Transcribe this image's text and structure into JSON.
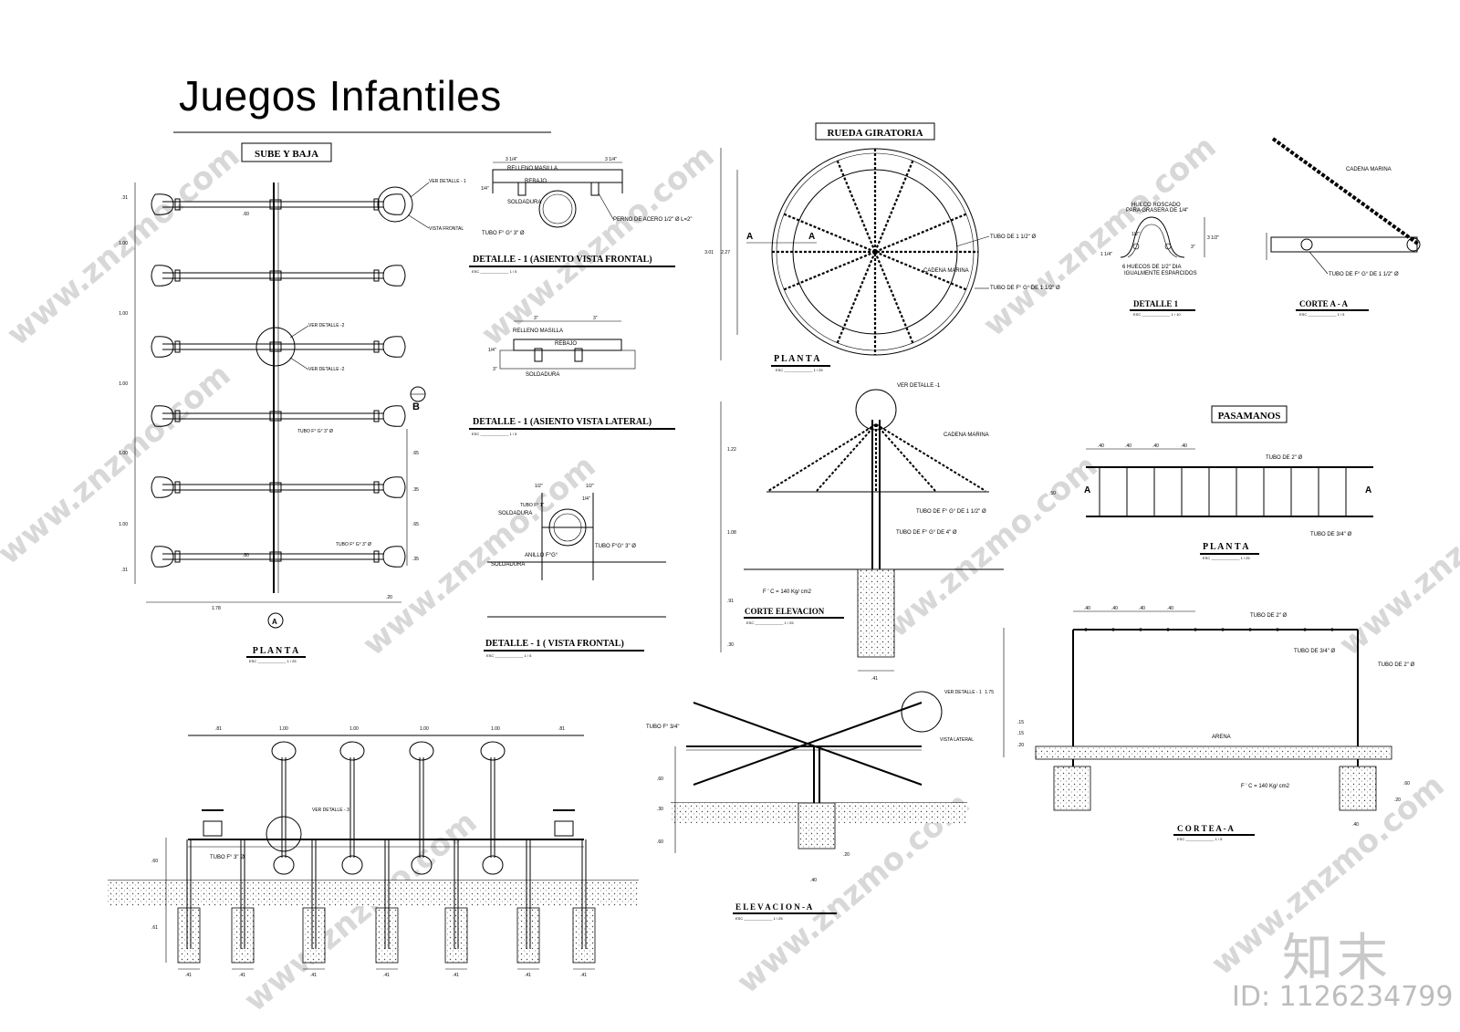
{
  "title": "Juegos Infantiles",
  "watermark": {
    "site": "www.znzmo.com",
    "brand": "知末",
    "id": "ID: 1126234799"
  },
  "sections": {
    "sube_y_baja": {
      "heading": "SUBE Y BAJA",
      "plan_label": "P L A N T A",
      "scale": "ESC ______________ 1 / 25",
      "notes": [
        "VER DETALLE - 1",
        "VISTA FRONTAL",
        "VER DETALLE -2",
        "VER DETALLE -2",
        "TUBO F° G° 3\" Ø",
        "TUBO F° G° 3\" Ø"
      ],
      "dims": [
        ".31",
        "1.00",
        "1.00",
        "1.00",
        "1.00",
        "1.00",
        ".31",
        "1.78",
        ".20",
        ".60",
        ".80",
        ".65",
        ".35",
        ".65",
        ".35"
      ],
      "markers": [
        "A",
        "B"
      ]
    },
    "detalle_frontal": {
      "label": "DETALLE - 1 (ASIENTO VISTA FRONTAL)",
      "scale": "ESC ______________ 1 / 5",
      "notes": [
        "RELLENO MASILLA",
        "REBAJO",
        "SOLDADURA",
        "PERNO DE ACERO 1/2\" Ø  L=2\"",
        "TUBO F° G° 3\" Ø"
      ],
      "dims": [
        "3 1/4\"",
        "3 1/4\"",
        "1/4\""
      ]
    },
    "detalle_lateral": {
      "label": "DETALLE - 1 (ASIENTO VISTA LATERAL)",
      "scale": "ESC ______________ 1 / 5",
      "notes": [
        "RELLENO MASILLA",
        "REBAJO",
        "SOLDADURA"
      ],
      "dims": [
        "3\"",
        "3\"",
        "1/4\"",
        "3\""
      ]
    },
    "detalle_vista_frontal": {
      "label": "DETALLE - 1 ( VISTA FRONTAL)",
      "scale": "ESC ______________ 1 / 5",
      "notes": [
        "TUBO F° 1\"",
        "SOLDADURA",
        "ANILLO F°G°",
        "TUBO F°G° 3\" Ø",
        "SOLDADURA"
      ],
      "dims": [
        "1/2\"",
        "1/2\"",
        "1/4\""
      ]
    },
    "rueda_giratoria": {
      "heading": "RUEDA GIRATORIA",
      "plan_label": "P L A N T A",
      "scale": "ESC ______________ 1 / 25",
      "notes": [
        "TUBO DE 1 1/2\" Ø",
        "CADENA MARINA",
        "TUBO DE F° G° DE 1 1/2\" Ø"
      ],
      "dims": [
        "3.01",
        "2.27"
      ],
      "markers": [
        "A",
        "A"
      ]
    },
    "corte_elevacion": {
      "label": "CORTE ELEVACION",
      "scale": "ESC ______________ 1 / 25",
      "notes": [
        "VER DETALLE   -1",
        "CADENA MARINA",
        "TUBO DE F° G° DE 1 1/2\" Ø",
        "TUBO DE F° G° DE 4\" Ø",
        "F ' C = 140 Kg/ cm2"
      ],
      "dims": [
        "1.22",
        "1.08",
        ".91",
        ".30",
        ".41"
      ]
    },
    "detalle_1": {
      "label": "DETALLE 1",
      "scale": "ESC ______________ 1 / 10",
      "notes": [
        "HUECO ROSCADO",
        "PARA GRASERA DE 1/4\"",
        "6 HUECOS DE 1/2\" DIA",
        "IGUALMENTE ESPARCIDOS"
      ],
      "dims": [
        "1/2\"",
        "3\"",
        "3 1/2\"",
        "1 1/4\""
      ]
    },
    "corte_a_a_rueda": {
      "label": "CORTE  A - A",
      "scale": "ESC ______________ 1 / 5",
      "notes": [
        "CADENA MARINA",
        "TUBO DE F° G° DE 1 1/2\" Ø"
      ]
    },
    "pasamanos": {
      "heading": "PASAMANOS",
      "plan_label": "P L A N T A",
      "scale": "ESC ______________ 1 / 25",
      "notes": [
        "TUBO DE 2\" Ø",
        "TUBO DE 3/4\" Ø"
      ],
      "dims": [
        ".40",
        ".40",
        ".40",
        ".40",
        ".50"
      ],
      "markers": [
        "A",
        "A"
      ]
    },
    "corte_a_a_pasamanos": {
      "label": "C O R T E   A - A",
      "scale": "ESC ______________ 1 / 5",
      "notes": [
        "TUBO DE 2\" Ø",
        "TUBO DE 3/4\" Ø",
        "TUBO DE 2\" Ø",
        "ARENA",
        "F ' C = 140 Kg/ cm2"
      ],
      "dims": [
        ".40",
        ".40",
        ".40",
        ".40",
        "1.75",
        ".15",
        ".15",
        ".20",
        ".60",
        ".20",
        ".40"
      ]
    },
    "elevacion_sube_baja": {
      "notes": [
        "VER DETALLE - 3",
        "TUBO F° 3\" Ø"
      ],
      "dims": [
        ".81",
        "1.00",
        "1.00",
        "1.00",
        "1.00",
        ".81",
        ".60",
        ".61",
        ".41",
        ".41",
        ".41",
        ".41",
        ".41",
        ".41",
        ".41"
      ]
    },
    "elevacion_a": {
      "label": "E L E V A C I O N  -  A",
      "scale": "ESC ______________ 1 / 25",
      "notes": [
        "TUBO F° 3/4\"",
        "VER DETALLE - 1",
        "VISTA LATERAL"
      ],
      "dims": [
        ".60",
        ".30",
        ".60",
        ".40",
        ".20"
      ]
    }
  }
}
